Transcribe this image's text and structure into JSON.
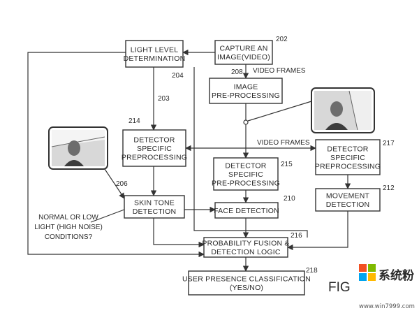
{
  "boxes": {
    "light_level": {
      "lines": [
        "LIGHT LEVEL",
        "DETERMINATION"
      ],
      "ref": "204"
    },
    "capture": {
      "lines": [
        "CAPTURE AN",
        "IMAGE(VIDEO)"
      ],
      "ref": "202"
    },
    "image_pre": {
      "lines": [
        "IMAGE",
        "PRE-PROCESSING"
      ],
      "ref": "208"
    },
    "detector_214": {
      "lines": [
        "DETECTOR",
        "SPECIFIC",
        "PREPROCESSING"
      ],
      "ref": "214"
    },
    "detector_215": {
      "lines": [
        "DETECTOR",
        "SPECIFIC",
        "PRE-PROCESSING"
      ],
      "ref": "215"
    },
    "detector_217": {
      "lines": [
        "DETECTOR",
        "SPECIFIC",
        "PREPROCESSING"
      ],
      "ref": "217"
    },
    "skin_tone": {
      "lines": [
        "SKIN TONE",
        "DETECTION"
      ],
      "ref": "206"
    },
    "face_detection": {
      "lines": [
        "FACE DETECTION"
      ],
      "ref": "210"
    },
    "movement": {
      "lines": [
        "MOVEMENT",
        "DETECTION"
      ],
      "ref": "212"
    },
    "fusion": {
      "lines": [
        "PROBABILITY FUSION &",
        "DETECTION LOGIC"
      ],
      "ref": "216"
    },
    "user_presence": {
      "lines": [
        "USER PRESENCE CLASSIFICATION",
        "(YES/NO)"
      ],
      "ref": "218"
    }
  },
  "labels": {
    "video_frames_top": "VIDEO FRAMES",
    "video_frames_mid": "VIDEO FRAMES",
    "ref_203": "203",
    "normal_low": [
      "NORMAL OR LOW",
      "LIGHT (HIGH NOISE)",
      "CONDITIONS?"
    ],
    "fig": "FIG"
  },
  "watermark": {
    "text": "系统粉",
    "url": "www.win7999.com"
  },
  "colors": {
    "ms_red": "#f25022",
    "ms_green": "#7fba00",
    "ms_blue": "#00a4ef",
    "ms_yellow": "#ffb900"
  }
}
